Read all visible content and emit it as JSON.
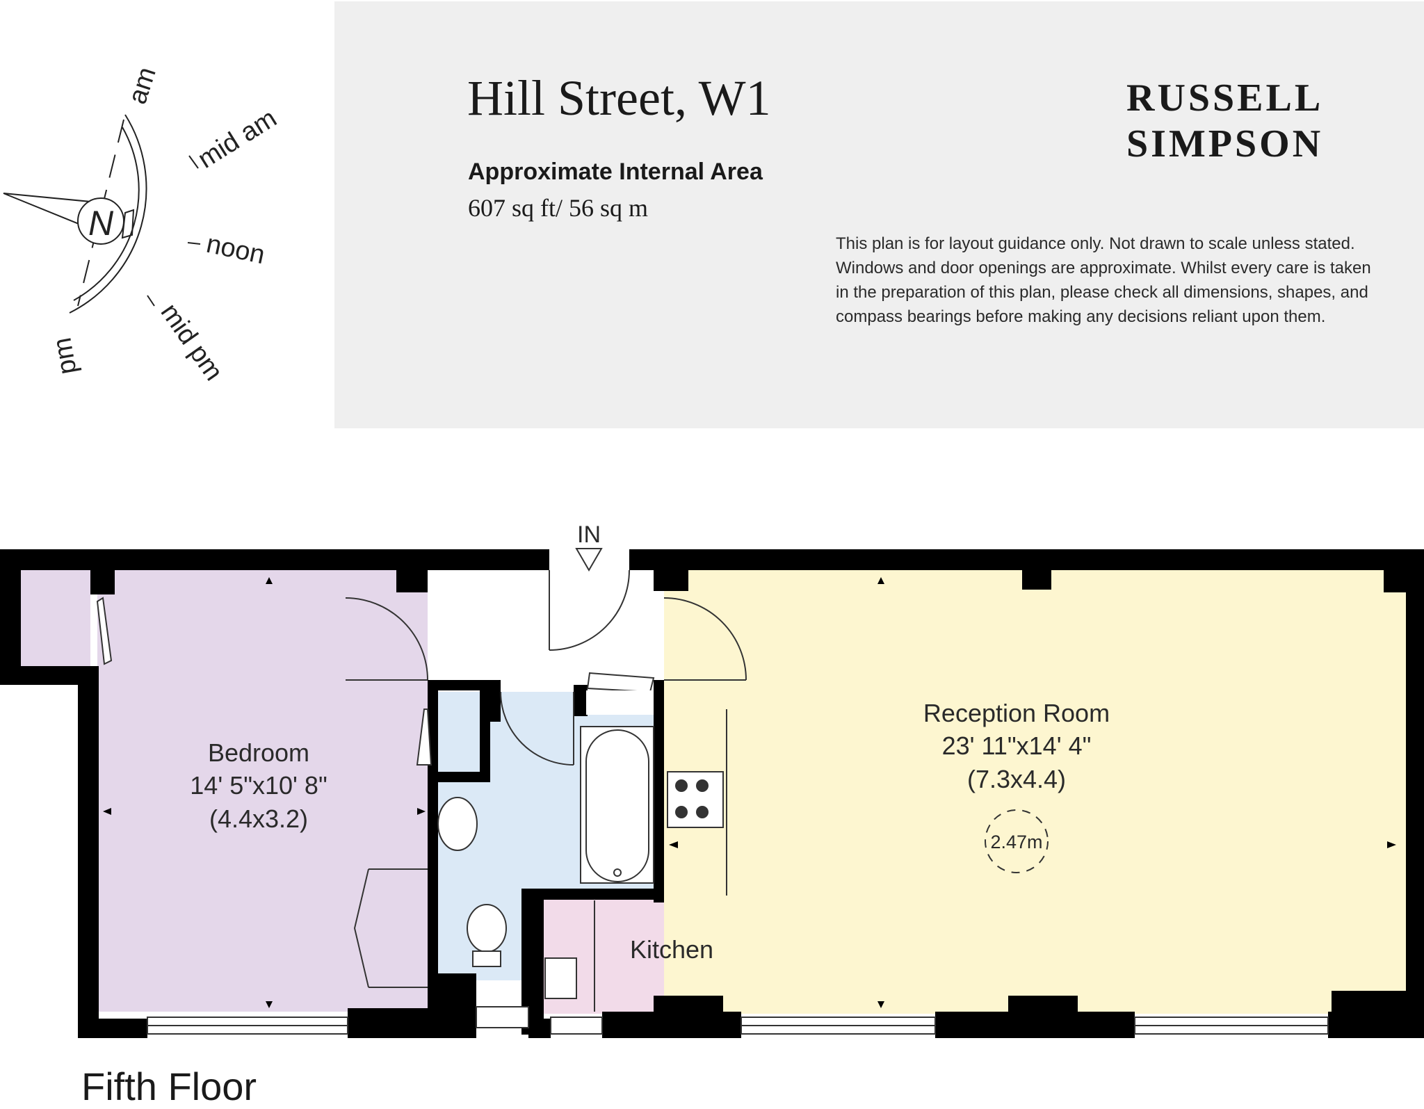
{
  "header": {
    "title": "Hill Street, W1",
    "area_label": "Approximate Internal Area",
    "area_value": "607 sq ft/ 56 sq m",
    "brand_line1": "RUSSELL",
    "brand_line2": "SIMPSON",
    "disclaimer": "This plan is for layout guidance only. Not drawn to scale unless stated. Windows and door openings are approximate. Whilst every care is taken in the preparation of this plan, please check all dimensions, shapes, and compass bearings before making any decisions reliant upon them."
  },
  "compass": {
    "north": "N",
    "am": "am",
    "mid_am": "mid am",
    "noon": "noon",
    "mid_pm": "mid pm",
    "pm": "pm"
  },
  "plan": {
    "entrance": "IN",
    "bedroom": {
      "name": "Bedroom",
      "dim_imperial": "14' 5\"x10' 8\"",
      "dim_metric": "(4.4x3.2)"
    },
    "reception": {
      "name": "Reception Room",
      "dim_imperial": "23' 11\"x14' 4\"",
      "dim_metric": "(7.3x4.4)",
      "ceiling": "2.47m"
    },
    "kitchen": {
      "name": "Kitchen"
    },
    "floor_label": "Fifth Floor"
  },
  "colors": {
    "bedroom": "#e4d7ea",
    "reception": "#fdf6d0",
    "bathroom": "#dbe9f6",
    "kitchen": "#f2dbe9",
    "walls": "#000000",
    "header_bg": "#efefef"
  }
}
